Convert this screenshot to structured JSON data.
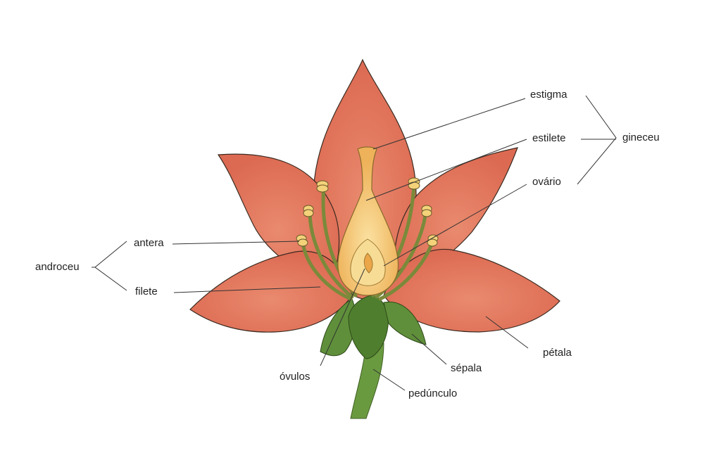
{
  "labels": {
    "estigma": "estigma",
    "estilete": "estilete",
    "ovario": "ovário",
    "gineceu": "gineceu",
    "antera": "antera",
    "filete": "filete",
    "androceu": "androceu",
    "ovulos": "óvulos",
    "sepala": "sépala",
    "petala": "pétala",
    "pedunculo": "pedúnculo"
  },
  "colors": {
    "petal": "#e0735a",
    "petal_edge": "#c94b35",
    "sepal": "#5f8f3a",
    "stem": "#6a9a40",
    "stamen": "#7a8a3a",
    "anther": "#f3d27a",
    "pistil": "#f2c16a",
    "ovary_inner": "#f7dc96",
    "line": "#333333"
  }
}
